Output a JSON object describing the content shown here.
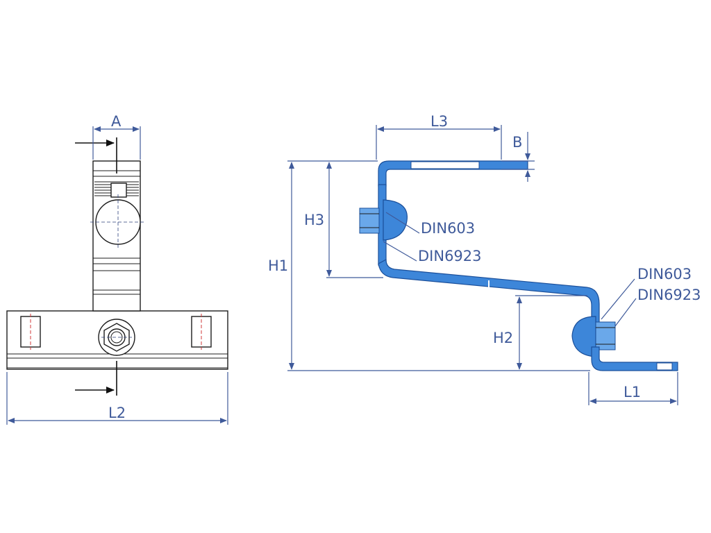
{
  "labels": {
    "A": "A",
    "B": "B",
    "L1": "L1",
    "L2": "L2",
    "L3": "L3",
    "H1": "H1",
    "H2": "H2",
    "H3": "H3",
    "din603_upper": "DIN603",
    "din6923_upper": "DIN6923",
    "din603_lower": "DIN603",
    "din6923_lower": "DIN6923"
  },
  "colors": {
    "dimension": "#3f5a9a",
    "part_fill": "#3d86d9",
    "outline": "#1c1c1c",
    "centerline_red": "#d23a3a"
  }
}
